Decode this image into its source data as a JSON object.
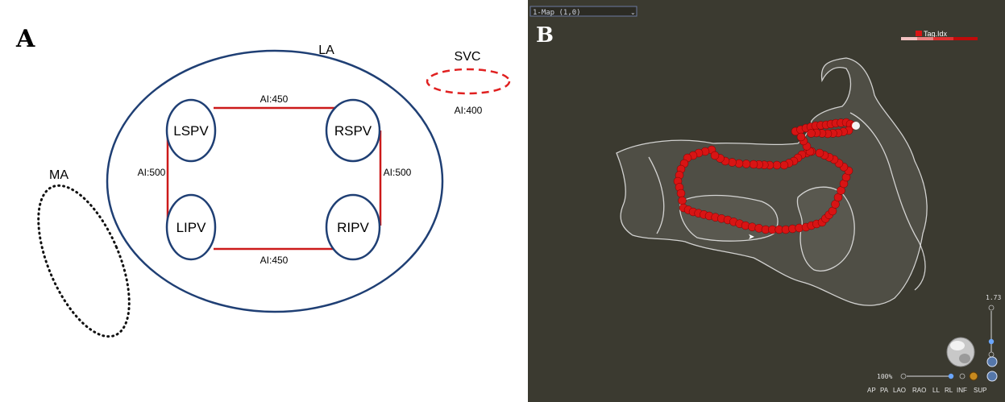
{
  "panel_a": {
    "panel_label": "A",
    "chamber": "LA",
    "mitral_annulus": "MA",
    "svc": "SVC",
    "svc_ai": "AI:400",
    "veins": [
      "LSPV",
      "RSPV",
      "LIPV",
      "RIPV"
    ],
    "ai_top": "AI:450",
    "ai_bottom": "AI:450",
    "ai_left": "AI:500",
    "ai_right": "AI:500",
    "colors": {
      "chamber_outline": "#1f3f74",
      "ablation_line": "#cc1a1a",
      "svc_ring": "#e02020"
    }
  },
  "panel_b": {
    "panel_label": "B",
    "map_dropdown": "1-Map (1,0)",
    "tag_label": "Tag.Idx",
    "zoom_value": "1.73",
    "zoom_percent": "100%",
    "view_buttons": [
      "AP",
      "PA",
      "LAO",
      "RAO",
      "LL",
      "RL",
      "INF",
      "SUP"
    ],
    "colors": {
      "background": "#3b3a30",
      "lesion": "#d81414"
    }
  }
}
